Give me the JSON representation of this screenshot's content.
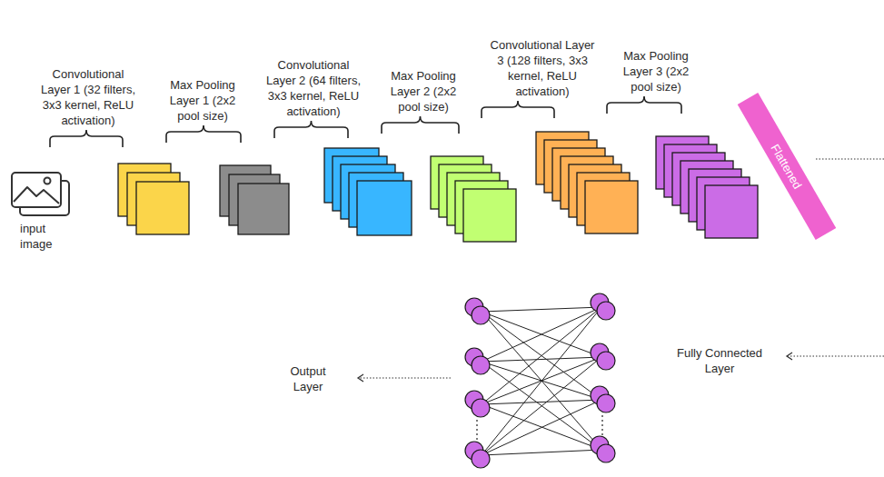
{
  "diagram": {
    "nodes": [
      {
        "text": [
          "Flattened"
        ]
      }
    ],
    "labels": [
      "Convolutional Layer 1 (32 filters, 3x3 kernel, ReLU activation)",
      "Max Pooling Layer 1 (2x2 pool size)",
      "Convolutional Layer 2 (64 filters, 3x3 kernel, ReLU activation)",
      "Max Pooling Layer 2 (2x2 pool size)",
      "Convolutional Layer 3 (128 filters, 3x3 kernel, ReLU activation)",
      "Max Pooling Layer 3 (2x2 pool size)",
      "input image",
      "Fully Connected Layer",
      "Output Layer"
    ]
  }
}
